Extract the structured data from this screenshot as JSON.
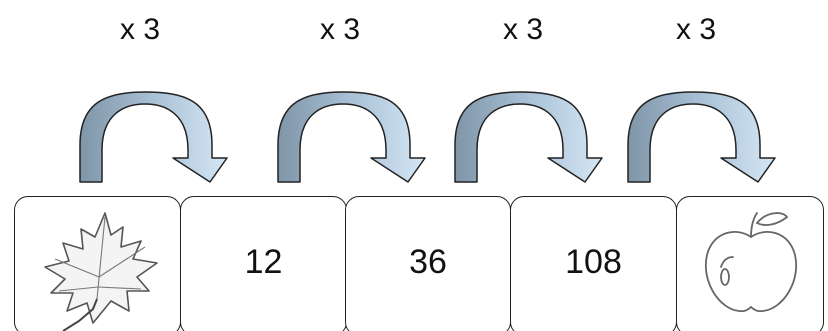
{
  "operations": [
    "x 3",
    "x 3",
    "x 3",
    "x 3"
  ],
  "sequence": {
    "start_icon": "maple-leaf-icon",
    "values": [
      "12",
      "36",
      "108"
    ],
    "end_icon": "apple-icon"
  },
  "colors": {
    "arrow_dark": "#7f95a8",
    "arrow_light": "#d4e6f4",
    "outline": "#222222"
  }
}
